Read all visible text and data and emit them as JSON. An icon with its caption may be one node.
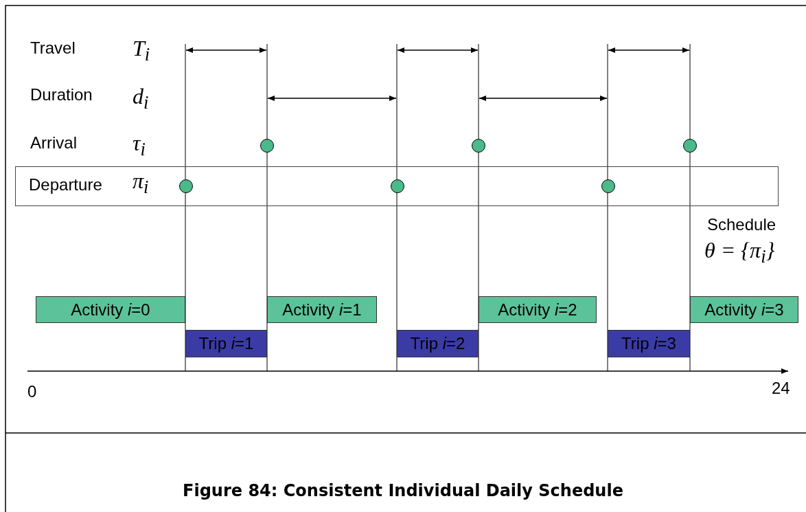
{
  "diagram": {
    "caption": "Figure 84: Consistent Individual Daily Schedule",
    "nodes": [
      {
        "text": [],
        "shape": "circle"
      },
      {
        "text": [],
        "shape": "circle"
      },
      {
        "text": [],
        "shape": "circle"
      },
      {
        "text": [
          "Departure",
          "π$_{i}$"
        ]
      },
      {
        "text": [],
        "shape": "circle",
        "in": 3
      },
      {
        "text": [],
        "shape": "circle",
        "in": 3
      },
      {
        "text": [],
        "shape": "circle",
        "in": 3
      },
      {
        "text": [
          "Activity *i*=0"
        ]
      },
      {
        "text": [
          "Trip *i*=1"
        ]
      },
      {
        "text": [
          "Activity *i*=1"
        ]
      },
      {
        "text": [
          "Trip *i*=2"
        ]
      },
      {
        "text": [
          "Activity *i*=2"
        ]
      },
      {
        "text": [
          "Trip *i*=3"
        ]
      },
      {
        "text": [
          "Activity *i*=3"
        ]
      }
    ],
    "labels": [
      "Travel",
      "T$_{i}$",
      "Duration",
      "d$_{i}$",
      "Arrival",
      "τ$_{i}$",
      "Schedule",
      "θ = {π$_{i}$}",
      "0",
      "24"
    ]
  }
}
